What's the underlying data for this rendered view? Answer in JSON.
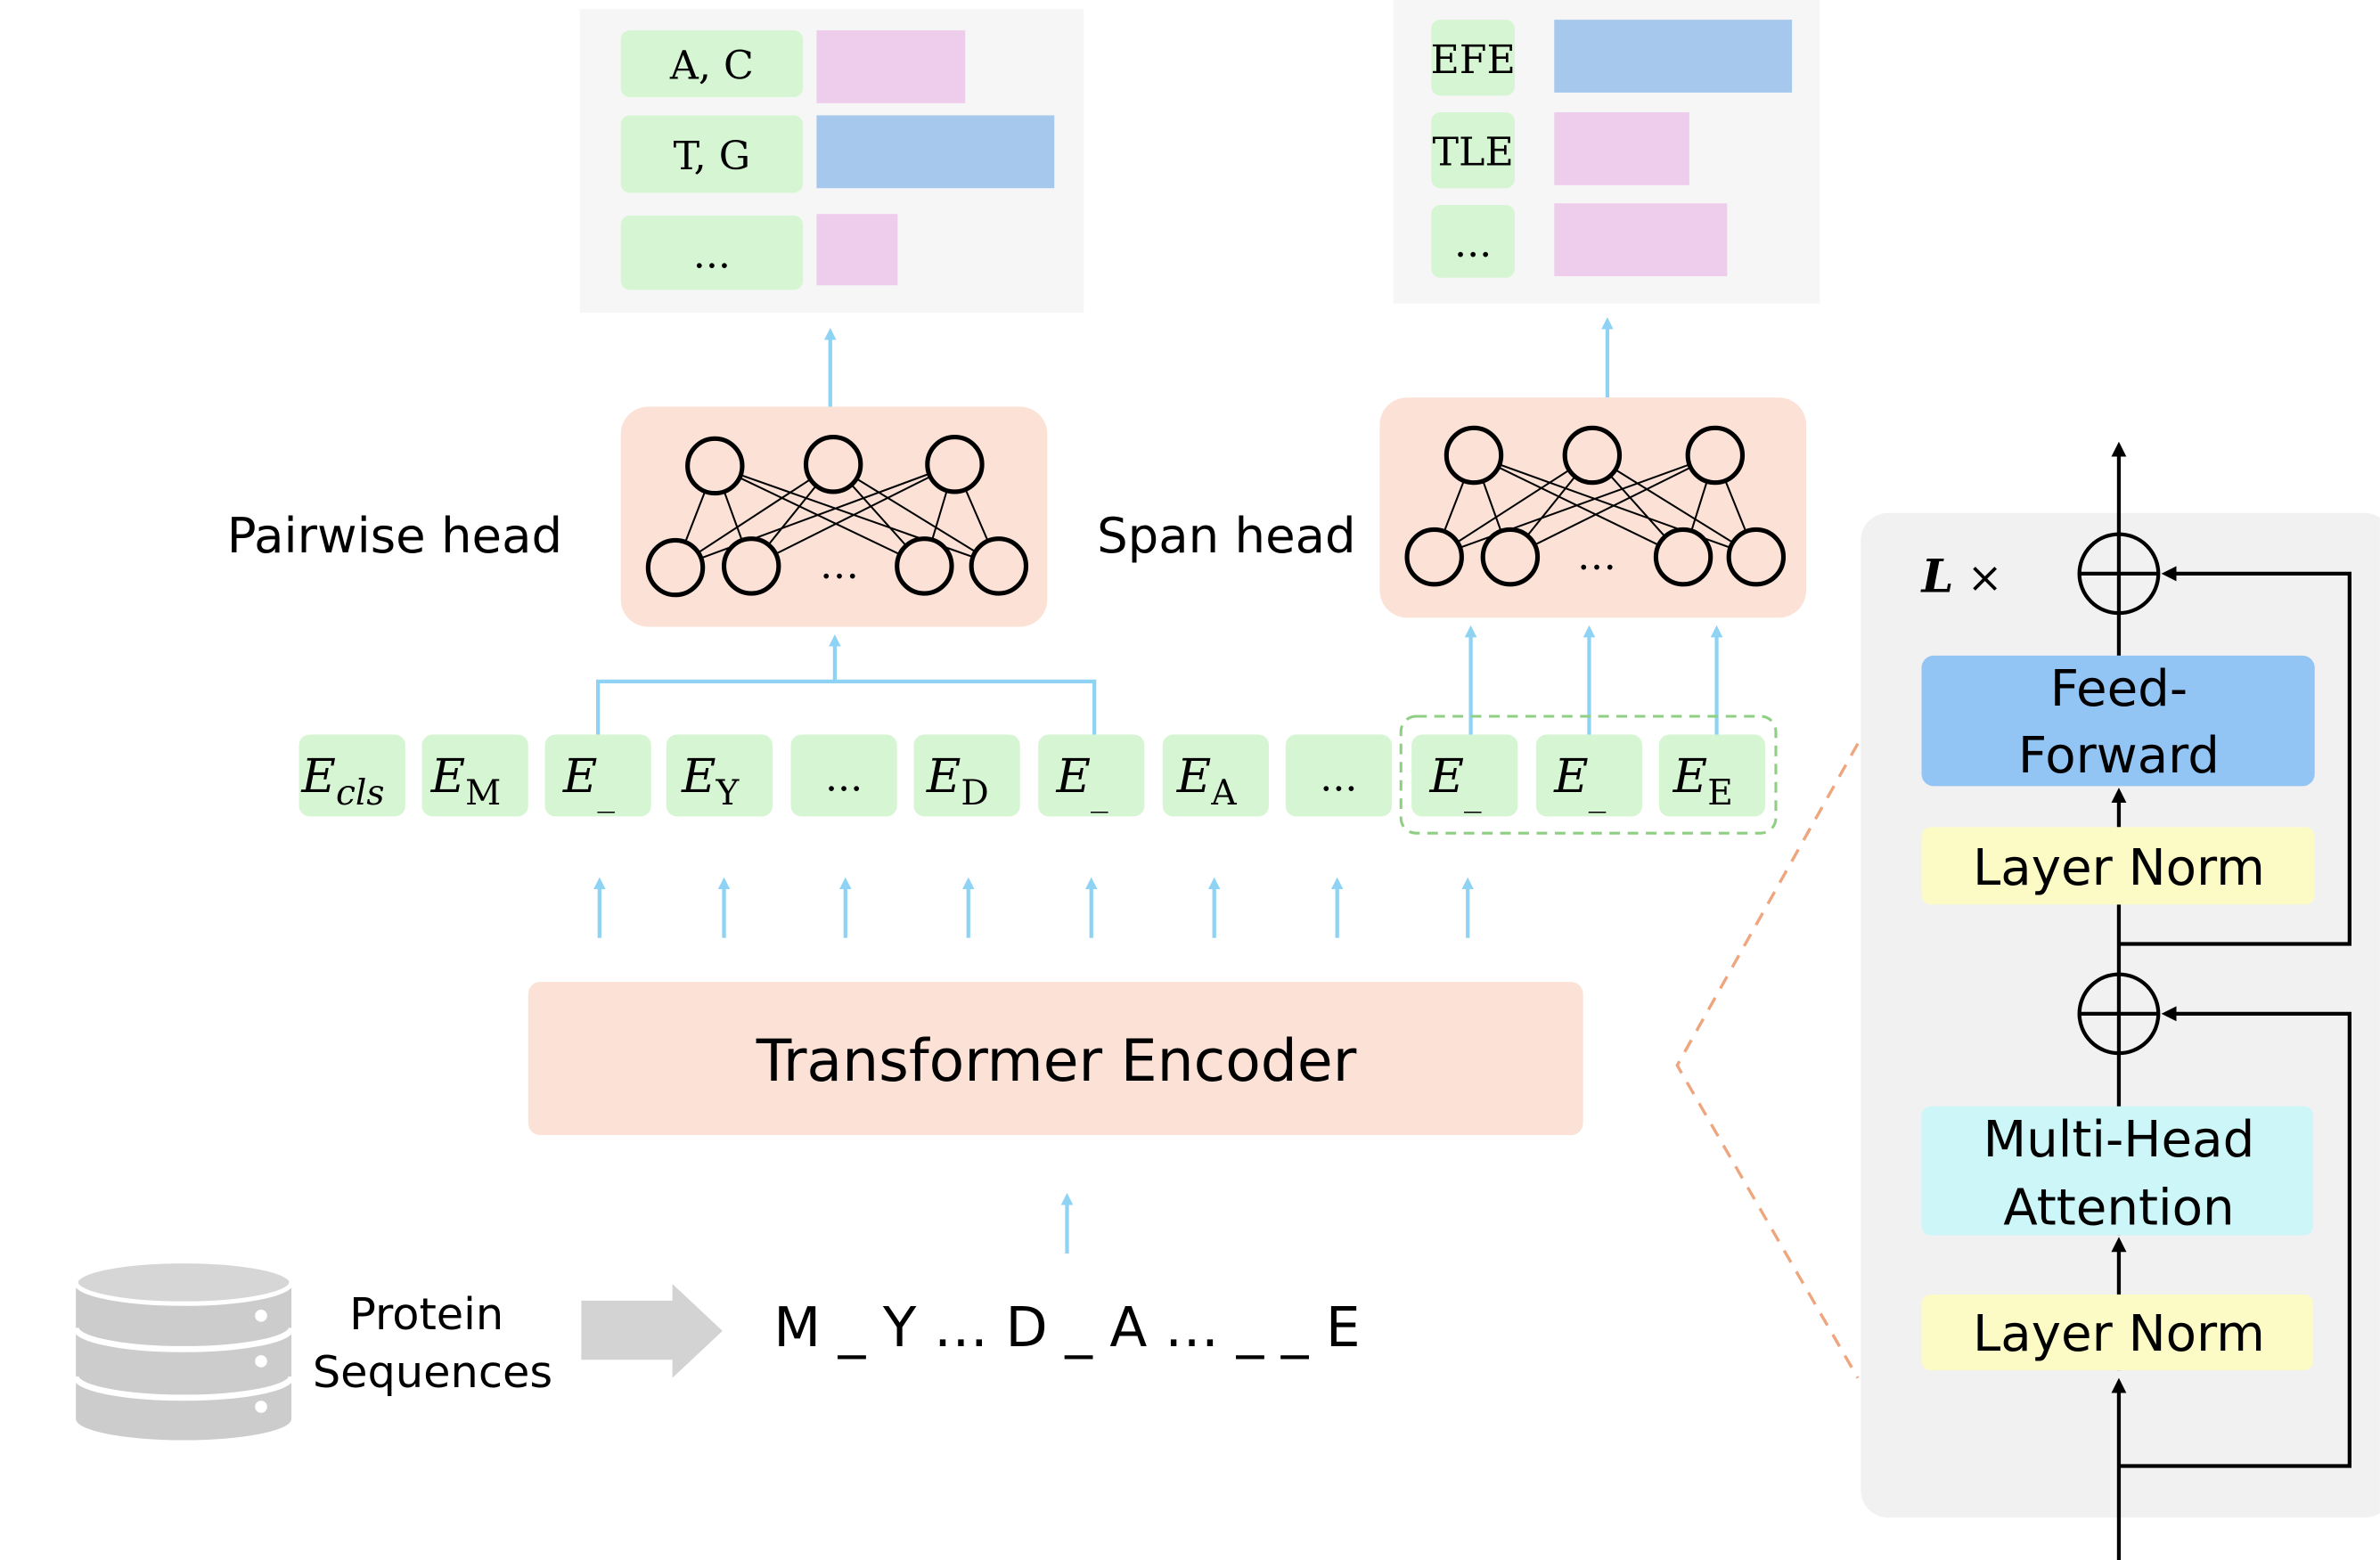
{
  "colors": {
    "arrow": "#8fd3f4",
    "pink_box": "#fbe1d6",
    "token_green": "#d6f5d2",
    "score_pink": "#eecdec",
    "score_blue": "#a6c8ec",
    "panel_grey": "#f1f1f1",
    "output_bg": "#f6f6f6",
    "ff_blue": "#92c4f4",
    "mha_cyan": "#ccf6f8",
    "ln_yellow": "#fcfbc6",
    "dash_orange": "#eea67e",
    "dash_green": "#8fcf83",
    "db_grey": "#cccccc"
  },
  "input": {
    "label_line1": "Protein",
    "label_line2": "Sequences",
    "sequence": "M _ Y … D _ A … _ _ E",
    "icon": "database-icon"
  },
  "encoder": {
    "label": "Transformer Encoder"
  },
  "tokens": [
    {
      "base": "E",
      "sub": "cls",
      "sub_italic": true
    },
    {
      "base": "E",
      "sub": "M",
      "sub_italic": false
    },
    {
      "base": "E",
      "sub": "_",
      "sub_italic": false
    },
    {
      "base": "E",
      "sub": "Y",
      "sub_italic": false
    },
    {
      "base": "...",
      "sub": "",
      "sub_italic": false
    },
    {
      "base": "E",
      "sub": "D",
      "sub_italic": false
    },
    {
      "base": "E",
      "sub": "_",
      "sub_italic": false
    },
    {
      "base": "E",
      "sub": "A",
      "sub_italic": false
    },
    {
      "base": "...",
      "sub": "",
      "sub_italic": false
    },
    {
      "base": "E",
      "sub": "_",
      "sub_italic": false
    },
    {
      "base": "E",
      "sub": "_",
      "sub_italic": false
    },
    {
      "base": "E",
      "sub": "E",
      "sub_italic": false
    }
  ],
  "pairwise": {
    "label": "Pairwise head",
    "ellipsis": "…",
    "outputs": [
      {
        "label": "A, C",
        "score": 0.55,
        "color": "pink"
      },
      {
        "label": "T, G",
        "score": 0.88,
        "color": "blue"
      },
      {
        "label": "...",
        "score": 0.3,
        "color": "pink"
      }
    ]
  },
  "span": {
    "label": "Span head",
    "ellipsis": "…",
    "outputs": [
      {
        "label": "EFE",
        "score": 0.88,
        "color": "blue"
      },
      {
        "label": "TLE",
        "score": 0.5,
        "color": "pink"
      },
      {
        "label": "...",
        "score": 0.64,
        "color": "pink"
      }
    ]
  },
  "block": {
    "repeat_label": "L",
    "repeat_symbol": "×",
    "feed_forward_line1": "Feed-",
    "feed_forward_line2": "Forward",
    "layer_norm_top": "Layer Norm",
    "mha_line1": "Multi-Head",
    "mha_line2": "Attention",
    "layer_norm_bottom": "Layer Norm"
  }
}
